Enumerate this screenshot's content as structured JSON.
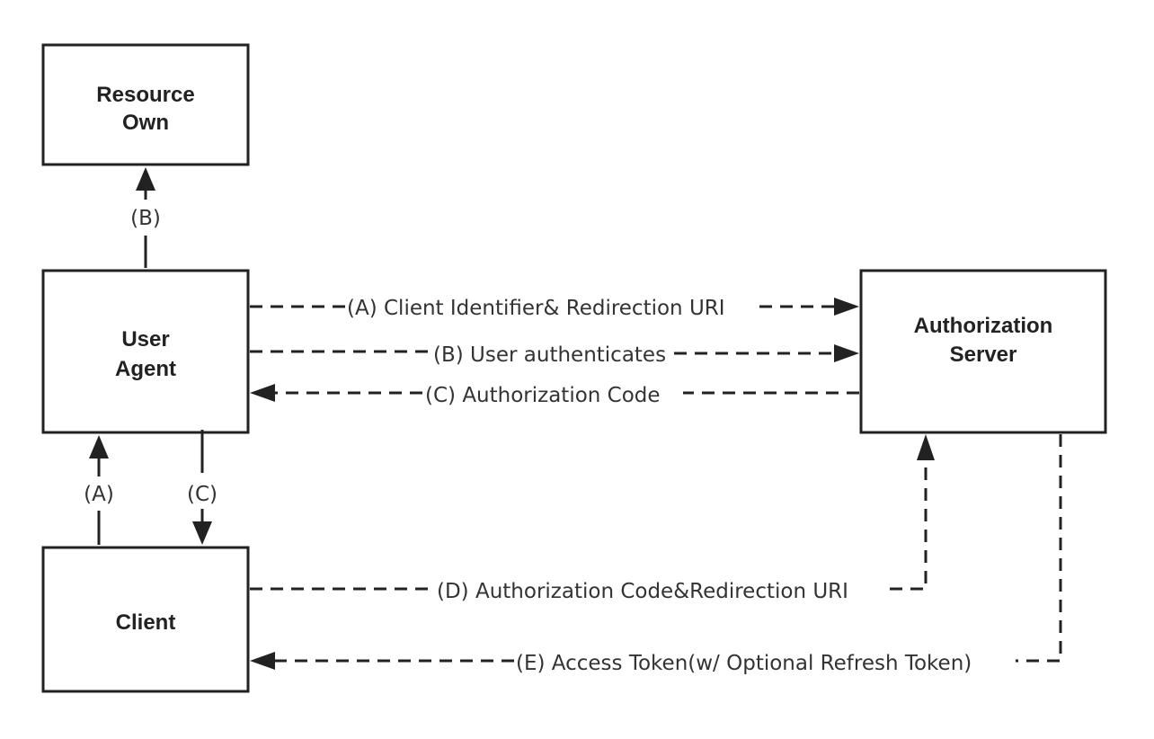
{
  "colors": {
    "stroke": "#222222",
    "text": "#333333",
    "background": "#ffffff"
  },
  "nodes": {
    "resource_owner": {
      "lines": [
        "Resource",
        "Own"
      ]
    },
    "user_agent": {
      "lines": [
        "User",
        "Agent"
      ]
    },
    "client": {
      "lines": [
        "Client"
      ]
    },
    "authorization_server": {
      "lines": [
        "Authorization",
        "Server"
      ]
    }
  },
  "edges": {
    "agent_to_owner_b": "(B)",
    "client_to_agent_a": "(A)",
    "agent_to_client_c": "(C)",
    "agent_to_server_a": "(A) Client Identifier& Redirection URI",
    "agent_to_server_b": "(B) User authenticates",
    "server_to_agent_c": "(C) Authorization Code",
    "client_to_server_d": "(D) Authorization Code&Redirection URI",
    "server_to_client_e": "(E) Access Token(w/ Optional Refresh Token)"
  }
}
